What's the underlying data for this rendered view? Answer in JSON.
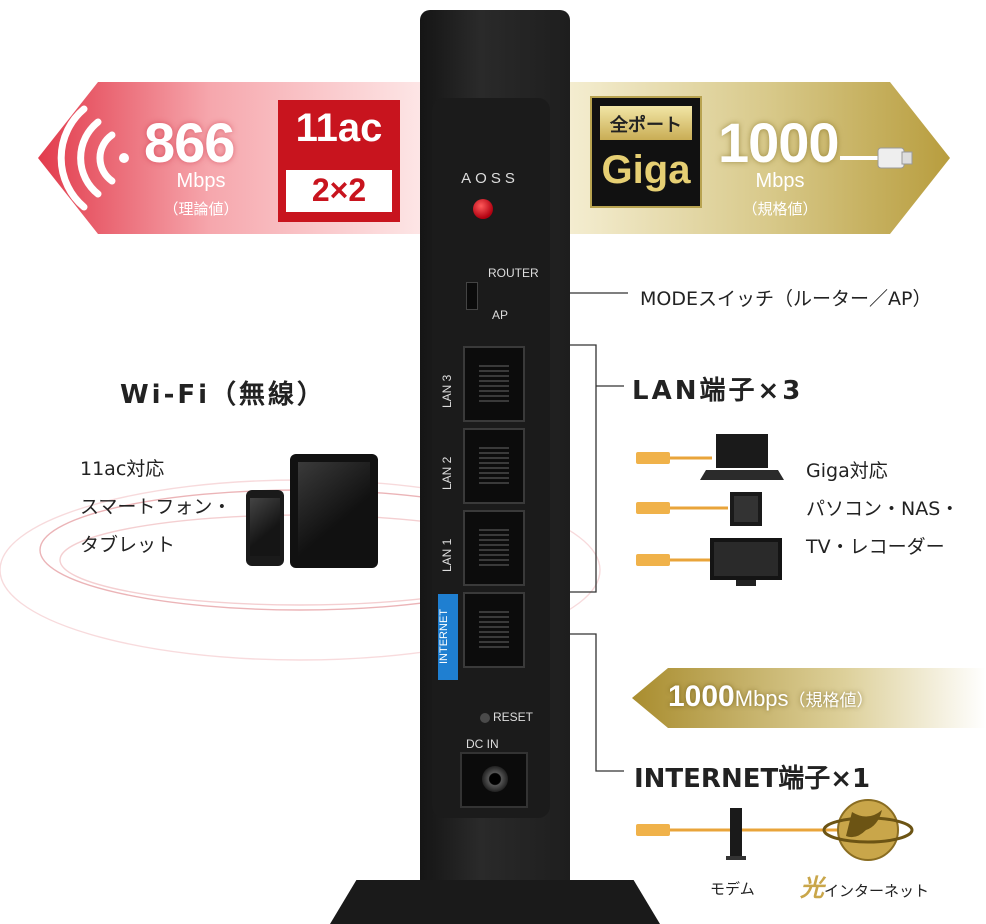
{
  "colors": {
    "wifi_red": "#c8141e",
    "gold": "#b8a350",
    "internet_blue": "#1f7fd1",
    "router_black": "#1b1b1b",
    "cable_orange": "#e9a43a"
  },
  "wifi_banner": {
    "speed": "866",
    "unit": "Mbps",
    "note": "（理論値）",
    "badge_top": "11ac",
    "badge_bottom": "2×2",
    "icon": "wifi-icon"
  },
  "wired_banner": {
    "badge_top": "全ポート",
    "badge_bottom": "Giga",
    "speed": "1000",
    "unit": "Mbps",
    "note": "（規格値）",
    "icon": "lan-cable-icon"
  },
  "router": {
    "aoss": "AOSS",
    "mode_router": "ROUTER",
    "mode_ap": "AP",
    "ports": [
      "LAN 3",
      "LAN 2",
      "LAN 1",
      "INTERNET"
    ],
    "reset": "RESET",
    "dc_in": "DC IN"
  },
  "callouts": {
    "mode_switch": "MODEスイッチ（ルーター／AP）",
    "lan_ports": "LAN端子×3",
    "internet_port": "INTERNET端子×1"
  },
  "lan_devices": {
    "lines": [
      "Giga対応",
      "パソコン・NAS・",
      "TV・レコーダー"
    ],
    "icons": [
      "laptop-icon",
      "nas-icon",
      "tv-icon"
    ]
  },
  "wifi": {
    "title": "Wi-Fi（無線）",
    "lines": [
      "11ac対応",
      "スマートフォン・",
      "タブレット"
    ]
  },
  "internet_banner": {
    "speed": "1000",
    "unit": "Mbps",
    "note": "（規格値）"
  },
  "internet_chain": {
    "modem": "モデム",
    "hikari_kanji": "光",
    "hikari_rest": "インターネット"
  }
}
